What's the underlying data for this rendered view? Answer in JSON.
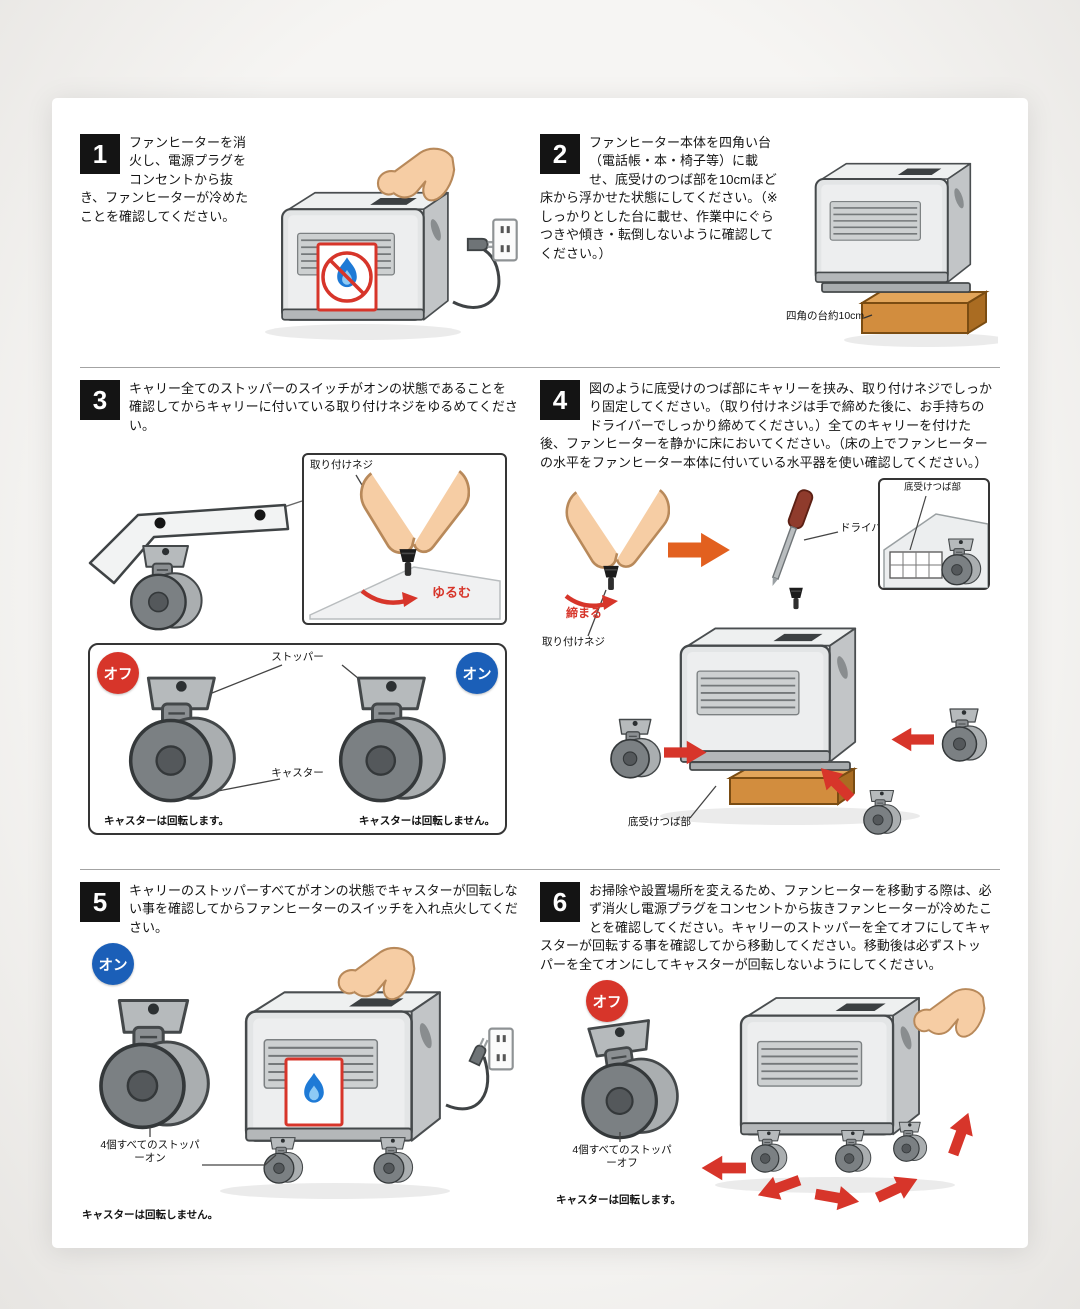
{
  "colors": {
    "accent_red": "#d7352a",
    "badge_off": "#d7352a",
    "badge_on": "#1b5fb8",
    "stand_orange": "#d28d3e",
    "arrow_orange": "#e2601f",
    "flame_blue": "#1e7ad6"
  },
  "steps": [
    {
      "number": "1",
      "text": "ファンヒーターを消火し、電源プラグをコンセントから抜き、ファンヒーターが冷めたことを確認してください。"
    },
    {
      "number": "2",
      "text": "ファンヒーター本体を四角い台（電話帳・本・椅子等）に載せ、底受けのつば部を10cmほど床から浮かせた状態にしてください。（※しっかりとした台に載せ、作業中にぐらつきや傾き・転倒しないように確認してください。）",
      "stand_label": "四角の台約10cm"
    },
    {
      "number": "3",
      "text": "キャリー全てのストッパーのスイッチがオンの状態であることを確認してからキャリーに付いている取り付けネジをゆるめてください。",
      "screw_label": "取り付けネジ",
      "loosen_label": "ゆるむ",
      "off_badge": "オフ",
      "on_badge": "オン",
      "stopper_label": "ストッパー",
      "caster_label": "キャスター",
      "caption_off": "キャスターは回転します。",
      "caption_on": "キャスターは回転しません。"
    },
    {
      "number": "4",
      "text": "図のように底受けのつば部にキャリーを挟み、取り付けネジでしっかり固定してください。（取り付けネジは手で締めた後に、お手持ちのドライバーでしっかり締めてください。）全てのキャリーを付けた後、ファンヒーターを静かに床においてください。（床の上でファンヒーターの水平をファンヒーター本体に付いている水平器を使い確認してください。）",
      "tighten_label": "締まる",
      "screw_label": "取り付けネジ",
      "driver_label": "ドライバー",
      "flange_label": "底受けつば部",
      "flange_label_bottom": "底受けつば部"
    },
    {
      "number": "5",
      "text": "キャリーのストッパーすべてがオンの状態でキャスターが回転しない事を確認してからファンヒーターのスイッチを入れ点火してください。",
      "on_badge": "オン",
      "stoppers_label": "4個すべてのストッパーオン",
      "caption": "キャスターは回転しません。"
    },
    {
      "number": "6",
      "text": "お掃除や設置場所を変えるため、ファンヒーターを移動する際は、必ず消火し電源プラグをコンセントから抜きファンヒーターが冷めたことを確認してください。キャリーのストッパーを全てオフにしてキャスターが回転する事を確認してから移動してください。移動後は必ずストッパーを全てオンにしてキャスターが回転しないようにしてください。",
      "off_badge": "オフ",
      "stoppers_label": "4個すべてのストッパーオフ",
      "caption": "キャスターは回転します。"
    }
  ]
}
